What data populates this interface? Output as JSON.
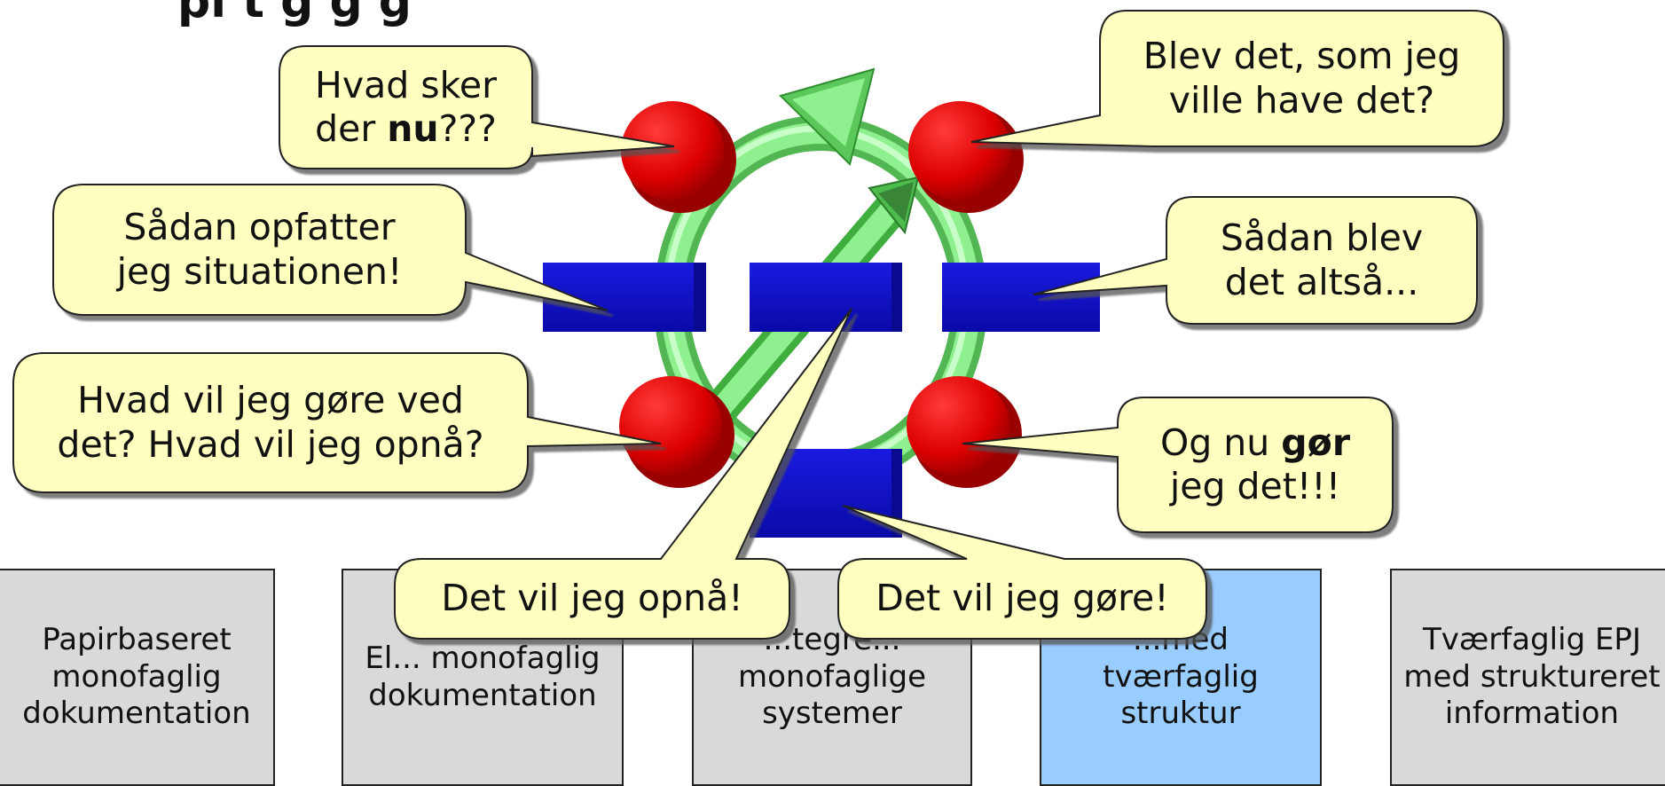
{
  "title_fragment": "pl      t      g   g  g",
  "stages": [
    {
      "label": "Papirbaseret monofaglig dokumentation"
    },
    {
      "label": "El... monofaglig dokumentation"
    },
    {
      "label": "...tegre... monofaglige systemer"
    },
    {
      "label": "...med tværfaglig struktur"
    },
    {
      "label": "Tværfaglig EPJ med struktureret information"
    }
  ],
  "bubbles": {
    "now": {
      "pre": "Hvad sker",
      "line2a": "der ",
      "bold": "nu",
      "line2b": "???"
    },
    "perceive": {
      "line1": "Sådan opfatter",
      "line2": "jeg situationen!"
    },
    "intend": {
      "line1": "Hvad vil jeg gøre ved",
      "line2": "det? Hvad vil jeg opnå?"
    },
    "achieve": {
      "text": "Det vil jeg opnå!"
    },
    "do": {
      "text": "Det vil jeg gøre!"
    },
    "result_q": {
      "line1": "Blev det, som jeg",
      "line2": "ville have det?"
    },
    "result": {
      "line1": "Sådan blev",
      "line2": "det altså..."
    },
    "act": {
      "pre": "Og nu ",
      "bold": "gør",
      "line2": "jeg det!!!"
    }
  },
  "colors": {
    "bubble_fill": "#ffffc0",
    "ring": "#6fdc6f",
    "node_red": "#dd0000",
    "block_blue": "#1010c8",
    "stage_gray": "#d9d9d9",
    "stage_blue": "#99ccff"
  }
}
